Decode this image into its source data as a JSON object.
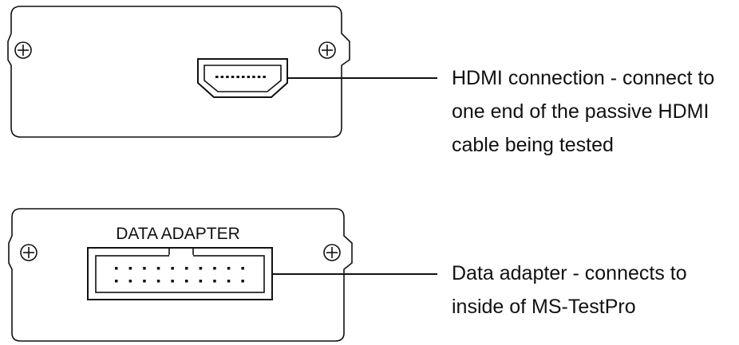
{
  "hdmi_callout": {
    "lines": [
      "HDMI connection - connect to",
      "one end of the passive HDMI",
      "cable being tested"
    ]
  },
  "data_callout": {
    "lines": [
      "Data adapter - connects to",
      "inside of MS-TestPro"
    ]
  },
  "data_panel": {
    "label": "DATA ADAPTER"
  },
  "colors": {
    "stroke": "#111111",
    "background": "#ffffff"
  }
}
